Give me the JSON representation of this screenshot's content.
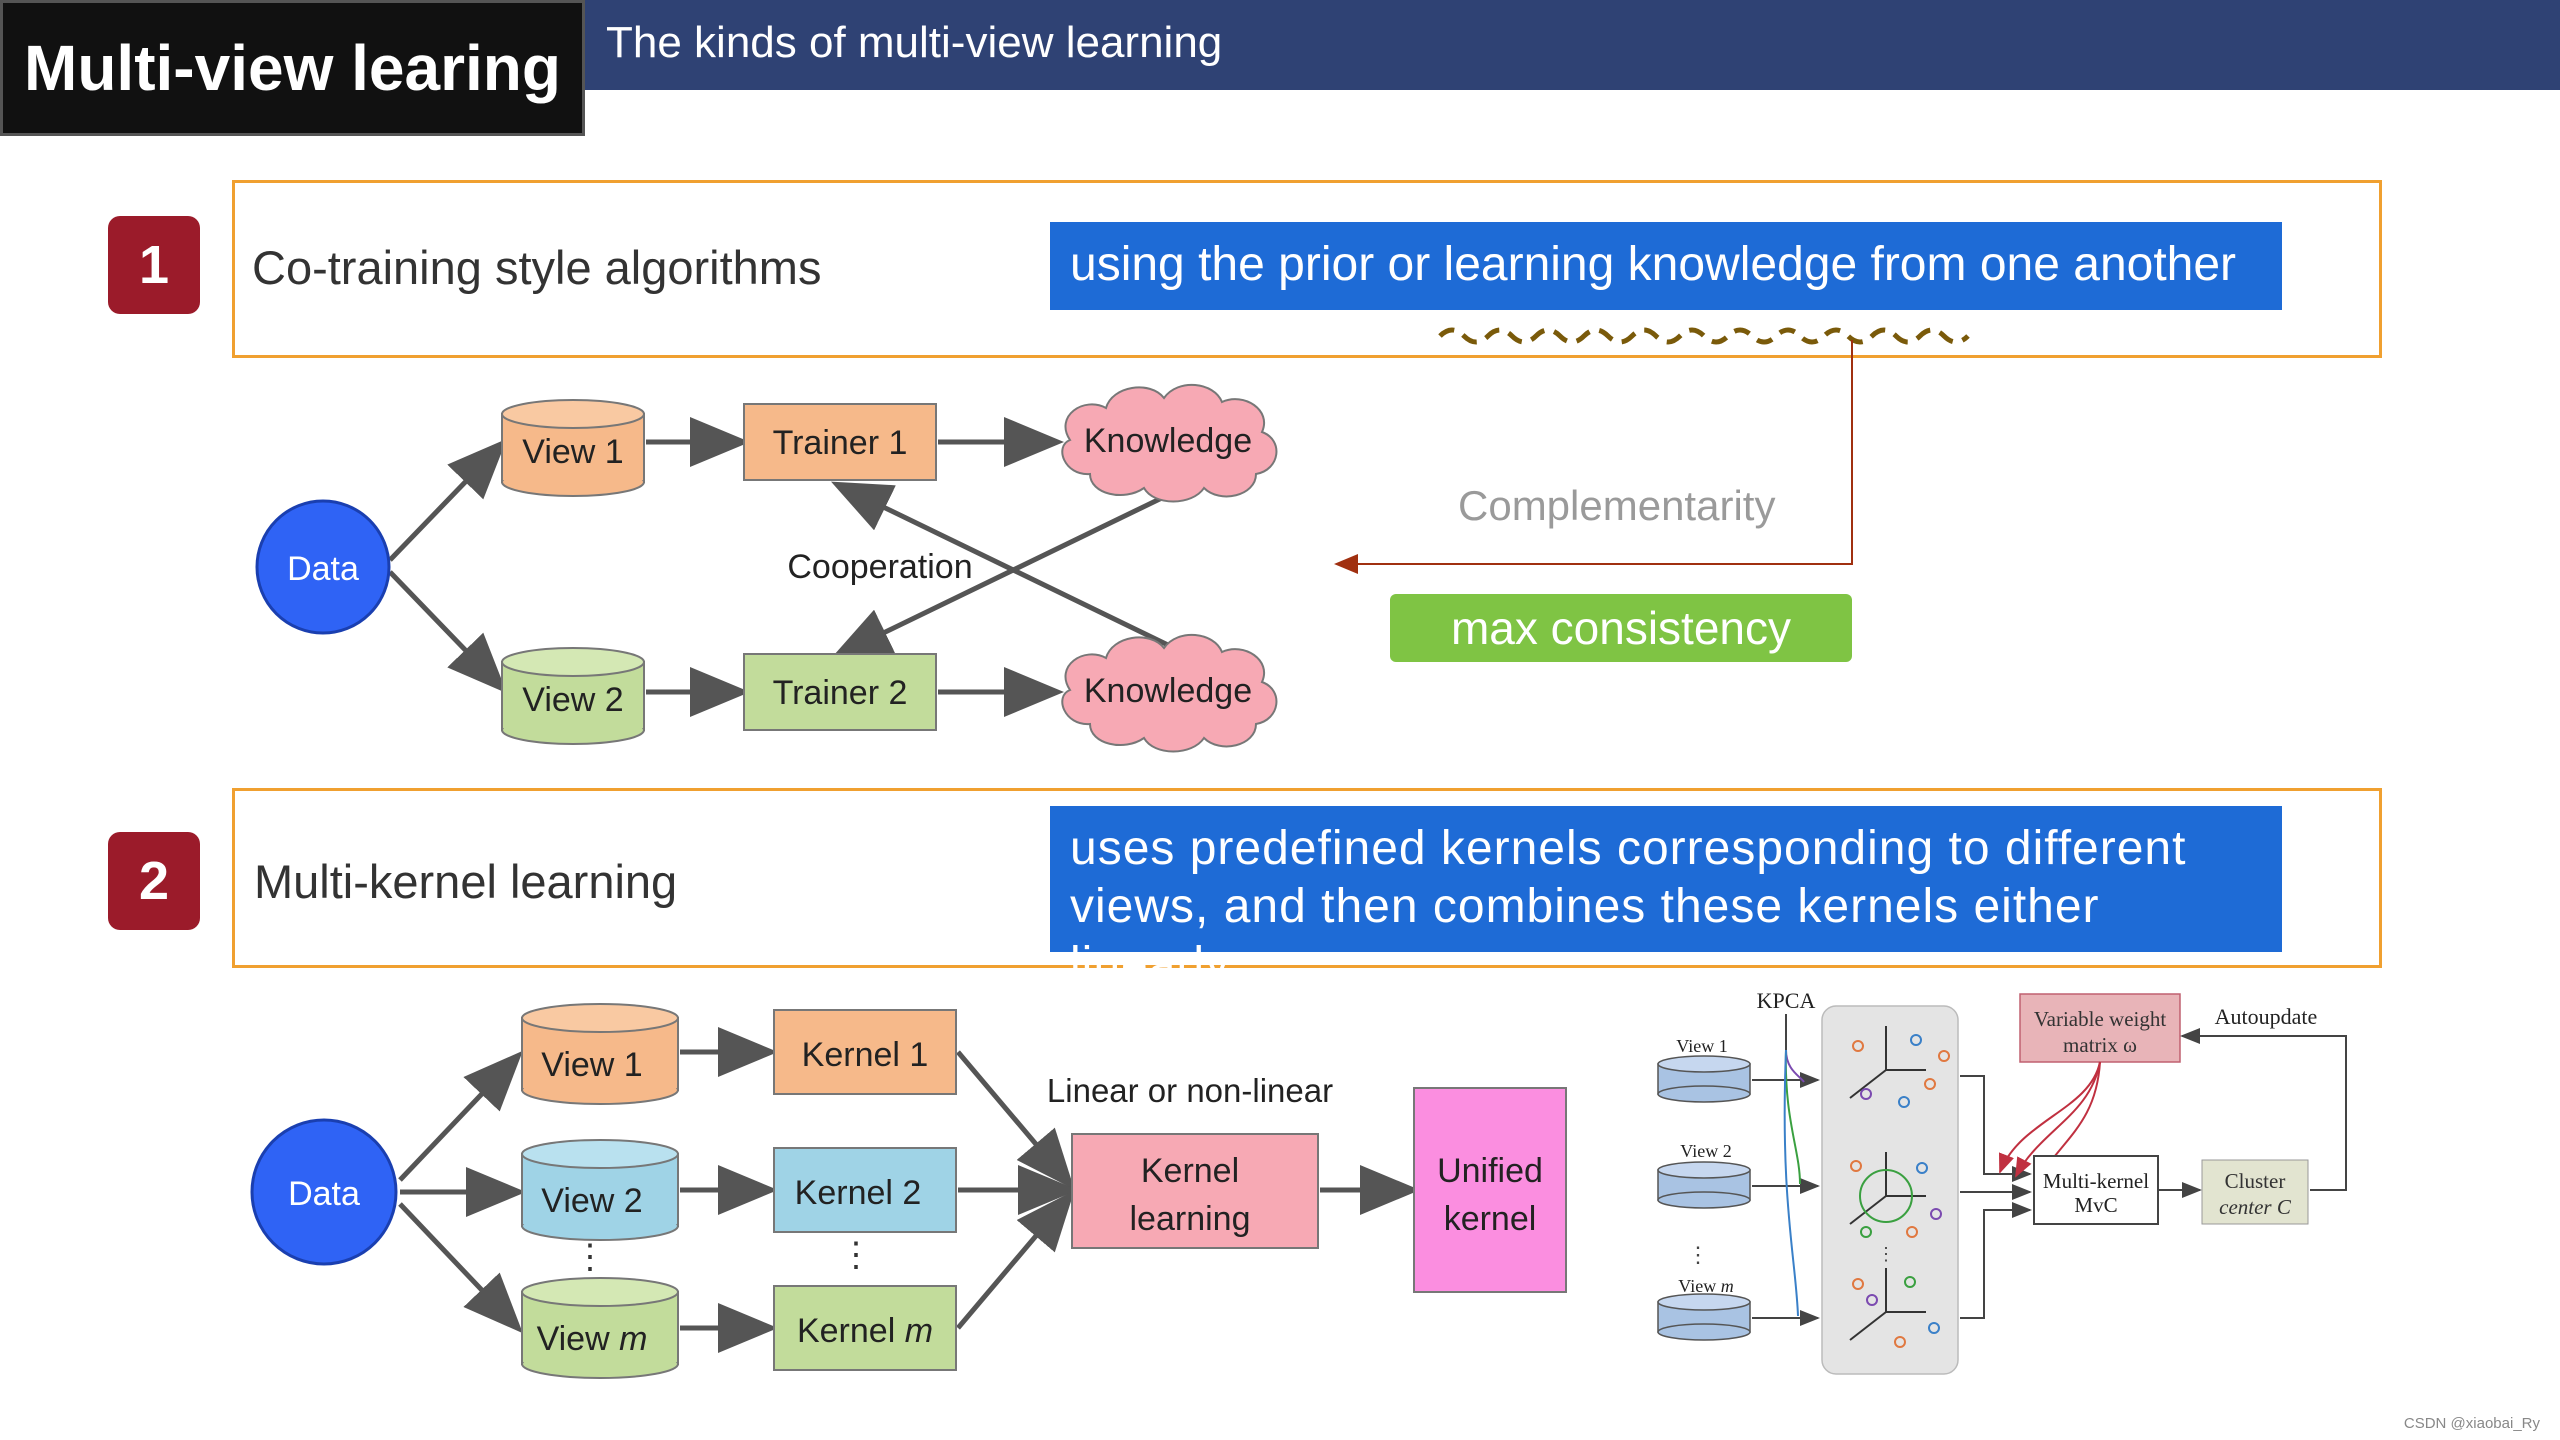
{
  "header": {
    "title": "Multi-view learing",
    "subtitle": "The kinds of multi-view learning"
  },
  "section1": {
    "number": "1",
    "title": "Co-training style algorithms",
    "highlight": "using the prior or learning knowledge from one another",
    "complementarity": "Complementarity",
    "consistency": "max consistency",
    "diagram": {
      "data": "Data",
      "view1": "View 1",
      "view2": "View 2",
      "trainer1": "Trainer 1",
      "trainer2": "Trainer 2",
      "knowledge1": "Knowledge",
      "knowledge2": "Knowledge",
      "cooperation": "Cooperation"
    }
  },
  "section2": {
    "number": "2",
    "title": "Multi-kernel learning",
    "highlight": "uses predefined kernels corresponding to different views, and then combines these kernels either linearly",
    "diagram": {
      "data": "Data",
      "view1": "View 1",
      "view2": "View 2",
      "viewm_prefix": "View ",
      "viewm_var": "m",
      "dots": "⋮",
      "kernel1": "Kernel 1",
      "kernel2": "Kernel 2",
      "kernelm_prefix": "Kernel ",
      "kernelm_var": "m",
      "linear_label": "Linear or non-linear",
      "kl_line1": "Kernel",
      "kl_line2": "learning",
      "uk_line1": "Unified",
      "uk_line2": "kernel"
    },
    "figure": {
      "kpca": "KPCA",
      "view1": "View 1",
      "view2": "View 2",
      "viewm_prefix": "View ",
      "viewm_var": "m",
      "weight_line1": "Variable weight",
      "weight_line2": "matrix ω",
      "autoupdate": "Autoupdate",
      "mkl_line1": "Multi-kernel",
      "mkl_line2": "MvC",
      "cluster_line1": "Cluster",
      "cluster_line2": "center C"
    }
  },
  "footer": "CSDN @xiaobai_Ry",
  "colors": {
    "header": "#2f4274",
    "badge": "#9b1b2a",
    "highlight": "#1e6bd6",
    "border": "#f0a030",
    "consistency": "#7fc444",
    "arrow": "#a03010"
  }
}
